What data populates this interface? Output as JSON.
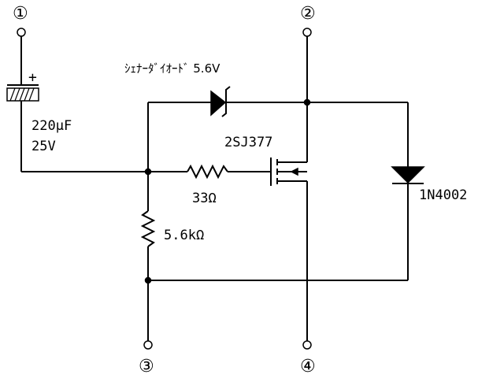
{
  "terminals": {
    "t1": "①",
    "t2": "②",
    "t3": "③",
    "t4": "④"
  },
  "capacitor": {
    "polarity": "+",
    "value": "220μF",
    "voltage": "25V"
  },
  "zener": {
    "label": "ｼｪﾅｰﾀﾞｲｵｰﾄﾞ 5.6V"
  },
  "mosfet": {
    "label": "2SJ377"
  },
  "gate_resistor": {
    "value": "33Ω"
  },
  "bias_resistor": {
    "value": "5.6kΩ"
  },
  "diode": {
    "label": "1N4002"
  }
}
